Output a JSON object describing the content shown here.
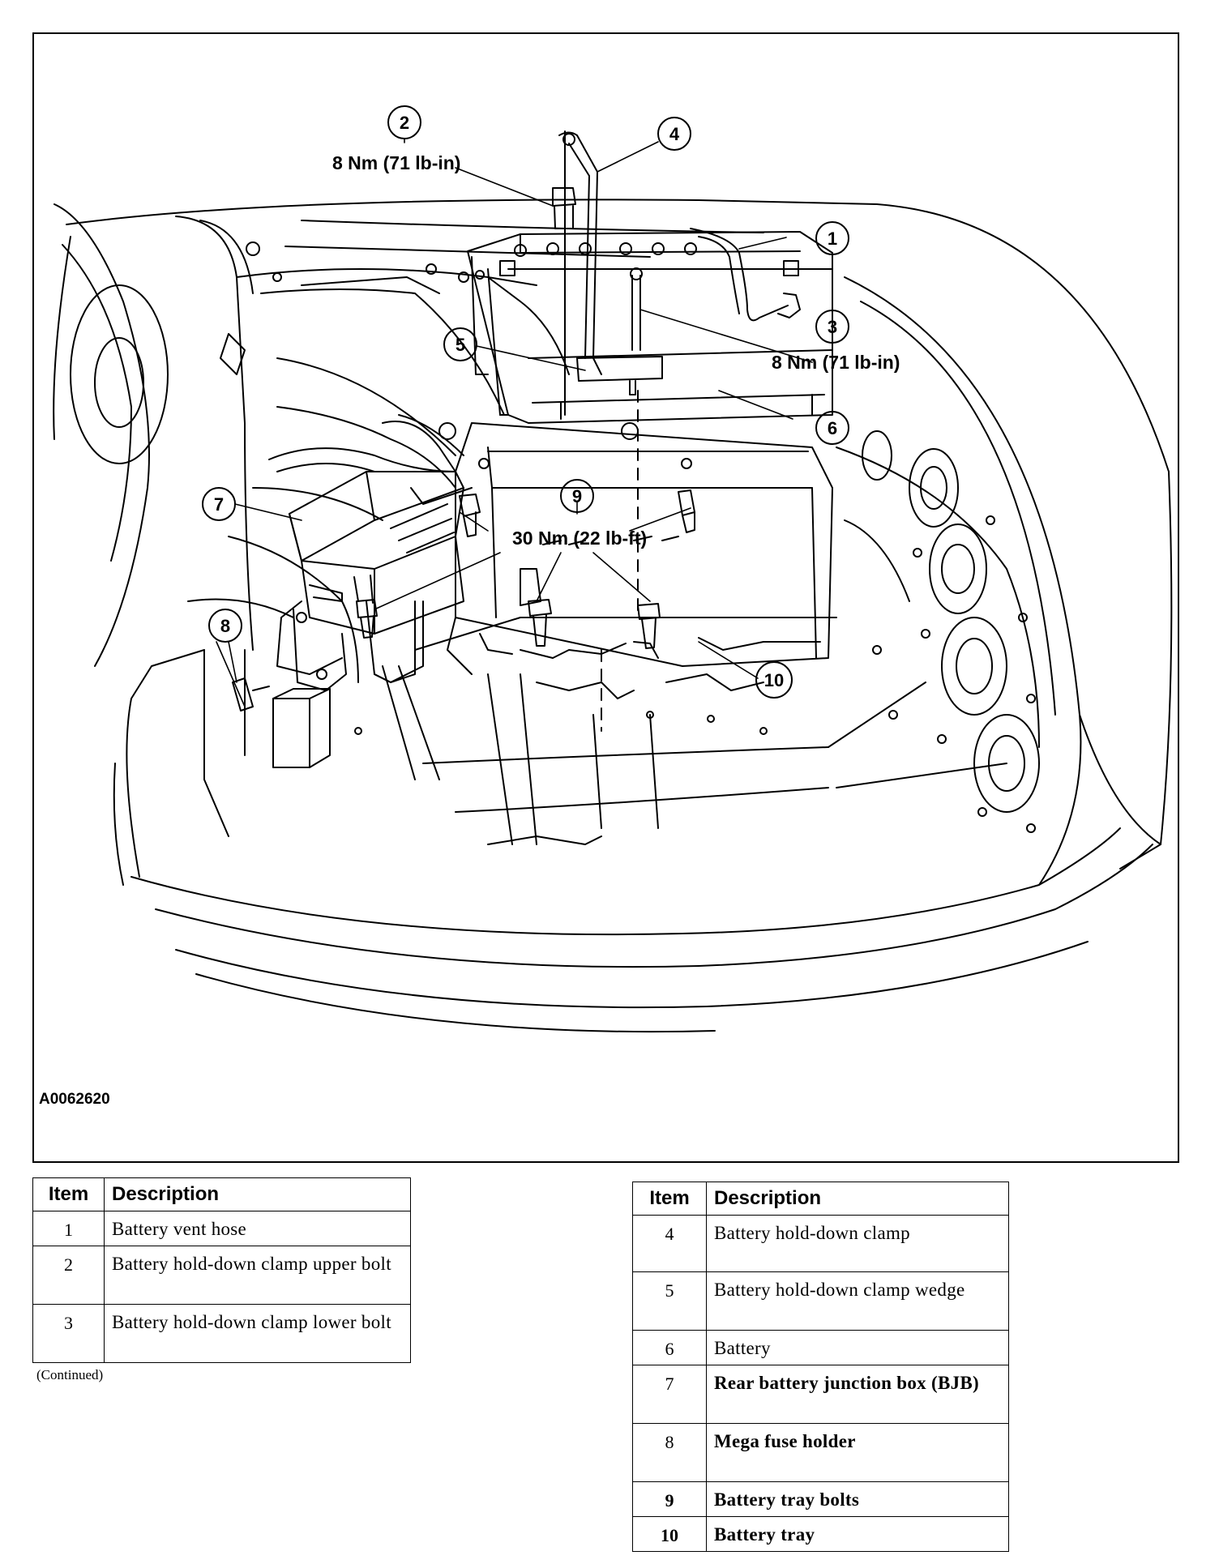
{
  "figure": {
    "id": "A0062620",
    "torque_labels": {
      "item2": "8 Nm (71 lb-in)",
      "item3": "8 Nm (71 lb-in)",
      "item9": "30 Nm (22 lb-ft)"
    },
    "callouts": [
      "1",
      "2",
      "3",
      "4",
      "5",
      "6",
      "7",
      "8",
      "9",
      "10"
    ]
  },
  "legend_left": {
    "header_item": "Item",
    "header_desc": "Description",
    "rows": [
      {
        "item": "1",
        "desc": "Battery vent hose"
      },
      {
        "item": "2",
        "desc": "Battery hold-down clamp upper bolt"
      },
      {
        "item": "3",
        "desc": "Battery hold-down clamp lower bolt"
      }
    ],
    "continued": "(Continued)"
  },
  "legend_right": {
    "header_item": "Item",
    "header_desc": "Description",
    "rows": [
      {
        "item": "4",
        "desc": "Battery hold-down clamp"
      },
      {
        "item": "5",
        "desc": "Battery hold-down clamp wedge"
      },
      {
        "item": "6",
        "desc": "Battery"
      },
      {
        "item": "7",
        "desc": "Rear battery junction box (BJB)"
      },
      {
        "item": "8",
        "desc": "Mega fuse holder"
      },
      {
        "item": "9",
        "desc": "Battery tray bolts"
      },
      {
        "item": "10",
        "desc": "Battery tray"
      }
    ]
  }
}
